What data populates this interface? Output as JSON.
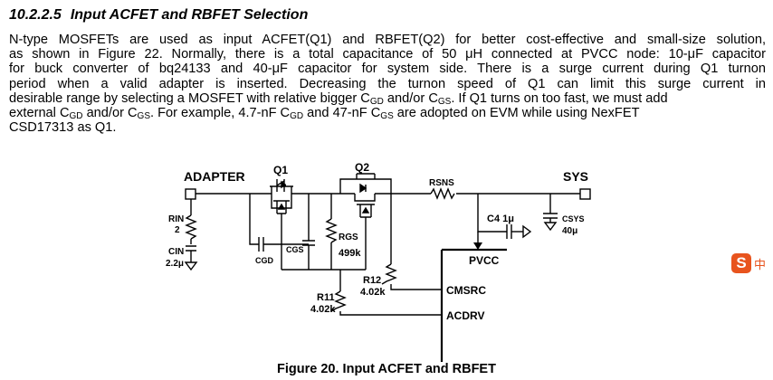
{
  "section": {
    "number": "10.2.2.5",
    "title": "Input ACFET and RBFET Selection"
  },
  "paragraph": {
    "l1": "N-type MOSFETs are used as input ACFET(Q1) and RBFET(Q2) for better cost-effective and small-size solution,",
    "l2": "as shown in Figure 22. Normally, there is a total capacitance of 50 μH connected at PVCC node: 10-μF capacitor",
    "l3": "for buck converter of bq24133 and 40-μF capacitor for system side. There is a surge current during Q1 turnon",
    "l4": "period when a valid adapter is inserted. Decreasing the turnon speed of Q1 can limit this surge current in",
    "l5_a": "desirable range by selecting a MOSFET with relative bigger C",
    "l5_b": "GD",
    "l5_c": " and/or C",
    "l5_d": "GS",
    "l5_e": ". If Q1 turns on too fast, we must add",
    "l6_a": "external C",
    "l6_b": "GD",
    "l6_c": " and/or C",
    "l6_d": "GS",
    "l6_e": ". For example, 4.7-nF C",
    "l6_f": "GD",
    "l6_g": " and 47-nF C",
    "l6_h": "GS",
    "l6_i": " are adopted on EVM while using NexFET",
    "l7": "CSD17313 as Q1."
  },
  "schematic": {
    "adapter": "ADAPTER",
    "sys": "SYS",
    "q1": "Q1",
    "q2": "Q2",
    "rsns": "RSNS",
    "rin_a": "RIN",
    "rin_b": "2",
    "cin_a": "CIN",
    "cin_b": "2.2μ",
    "cgd": "CGD",
    "cgs": "CGS",
    "rgs_a": "RGS",
    "rgs_b": "499k",
    "r12_a": "R12",
    "r12_b": "4.02k",
    "r11_a": "R11",
    "r11_b": "4.02k",
    "c4": "C4 1μ",
    "csys_a": "CSYS",
    "csys_b": "40μ",
    "pvcc": "PVCC",
    "cmsrc": "CMSRC",
    "acdrv": "ACDRV"
  },
  "caption": "Figure 20.  Input ACFET and RBFET",
  "side_icon": {
    "glyph": "S",
    "text": "中"
  }
}
